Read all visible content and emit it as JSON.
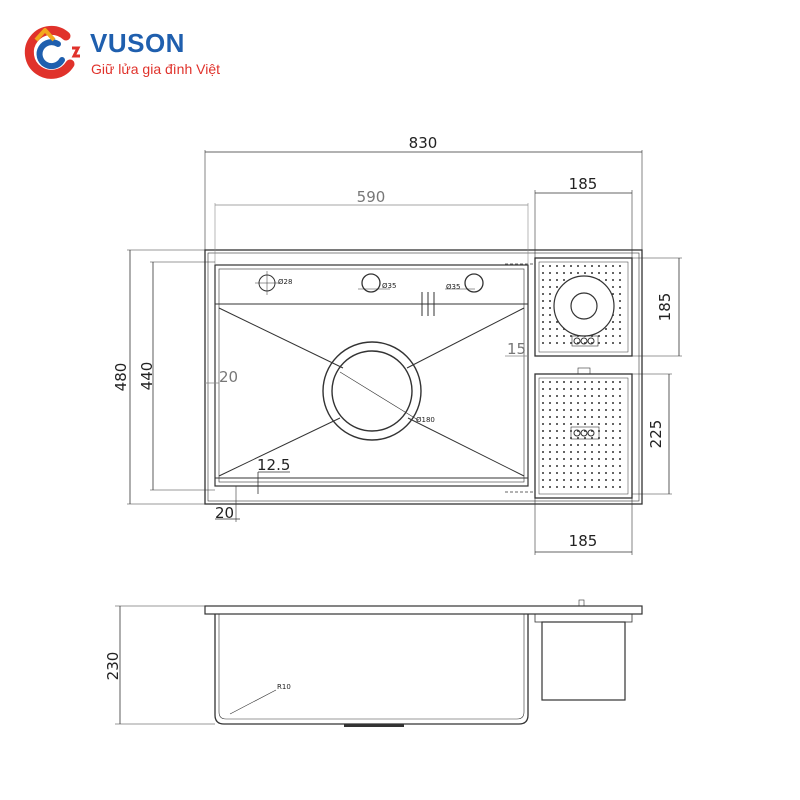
{
  "brand": {
    "name": "VUSON",
    "slogan": "Giữ lửa gia đình Việt",
    "colors": {
      "primary": "#1f5fae",
      "accent": "#e0322b",
      "highlight": "#f2a81d"
    }
  },
  "top_view": {
    "overall_width": "830",
    "basin_width": "590",
    "accessory_width_top": "185",
    "accessory_height_top": "185",
    "accessory_height_bottom": "225",
    "accessory_width_bottom": "185",
    "overall_depth": "480",
    "basin_depth": "440",
    "rim_offset": "20",
    "inner_offset": "20",
    "step_depth": "12.5",
    "ledge_offset": "15",
    "hole_1_label": "Ø28",
    "hole_2_label": "Ø35",
    "hole_3_label": "Ø35",
    "drain_label": "Ø180"
  },
  "side_view": {
    "height": "230",
    "corner_radius": "R10"
  }
}
